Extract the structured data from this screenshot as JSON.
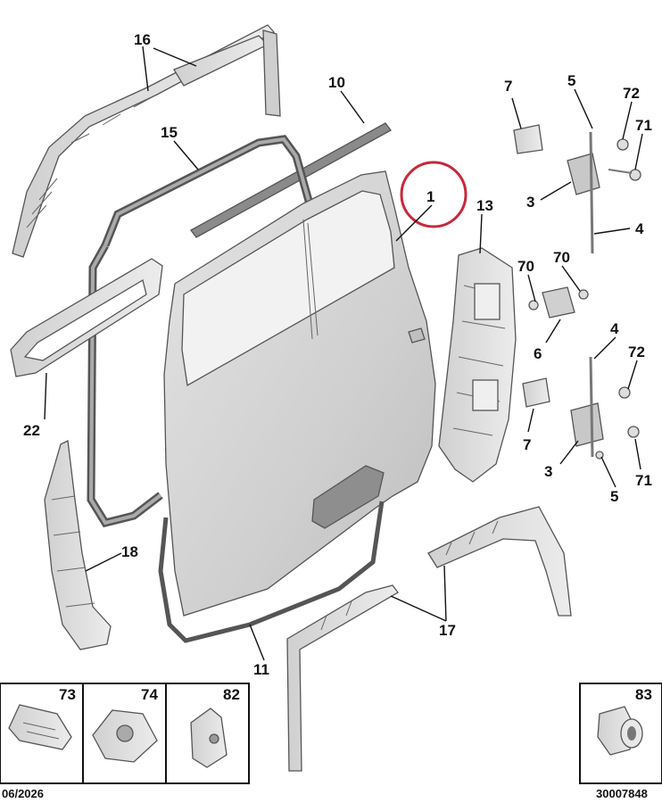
{
  "callouts": {
    "c1": "1",
    "c3a": "3",
    "c3b": "3",
    "c4a": "4",
    "c4b": "4",
    "c5a": "5",
    "c5b": "5",
    "c6": "6",
    "c7a": "7",
    "c7b": "7",
    "c10": "10",
    "c11": "11",
    "c13": "13",
    "c15": "15",
    "c16": "16",
    "c17": "17",
    "c18": "18",
    "c22": "22",
    "c70a": "70",
    "c70b": "70",
    "c71a": "71",
    "c71b": "71",
    "c72a": "72",
    "c72b": "72"
  },
  "inset_boxes": {
    "b73": "73",
    "b74": "74",
    "b82": "82",
    "b83": "83"
  },
  "footer": {
    "date": "06/2026",
    "reference": "30007848"
  },
  "colors": {
    "highlight": "#c8283c",
    "part_fill": "#dcdcdc",
    "door_fill": "#d6d6d6"
  }
}
